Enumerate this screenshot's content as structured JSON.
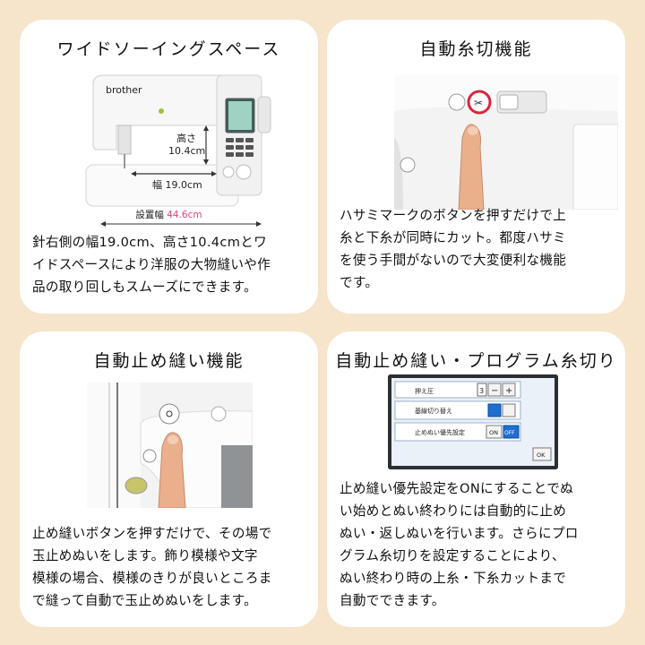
{
  "cards": [
    {
      "title": "ワイドソーイングスペース",
      "lines": [
        "針右側の幅19.0cm、高さ10.4cmとワ",
        "イドスペースにより洋服の大物縫いや作",
        "品の取り回しもスムーズにできます。"
      ],
      "figure": {
        "brand": "brother",
        "height_label": "高さ",
        "height_value": "10.4cm",
        "width_label": "幅 19.0cm",
        "install_label": "設置幅",
        "install_value": "44.6cm"
      }
    },
    {
      "title": "自動糸切機能",
      "lines": [
        "ハサミマークのボタンを押すだけで上",
        "糸と下糸が同時にカット。都度ハサミ",
        "を使う手間がないので大変便利な機能",
        "です。"
      ]
    },
    {
      "title": "自動止め縫い機能",
      "lines": [
        "止め縫いボタンを押すだけで、その場で",
        "玉止めぬいをします。飾り模様や文字",
        "模様の場合、模様のきりが良いところま",
        "で縫って自動で玉止めぬいをします。"
      ]
    },
    {
      "title": "自動止め縫い・プログラム糸切り",
      "lines": [
        "止め縫い優先設定をONにすることでぬ",
        "い始めとぬい終わりには自動的に止め",
        "ぬい・返しぬいを行います。さらにプロ",
        "グラム糸切りを設定することにより、",
        "ぬい終わり時の上糸・下糸カットまで",
        "自動でできます。"
      ],
      "screen": {
        "row1_label": "押え圧",
        "row1_value": "3",
        "row2_label": "基線切り替え",
        "row3_label": "止めぬい優先設定",
        "on_label": "ON",
        "off_label": "OFF",
        "ok_label": "OK"
      }
    }
  ],
  "colors": {
    "background": "#f6e4cb",
    "card": "#ffffff",
    "accent_pink": "#e0457b",
    "scissors_ring": "#d9263a",
    "screen_blue": "#1e6fd0"
  }
}
